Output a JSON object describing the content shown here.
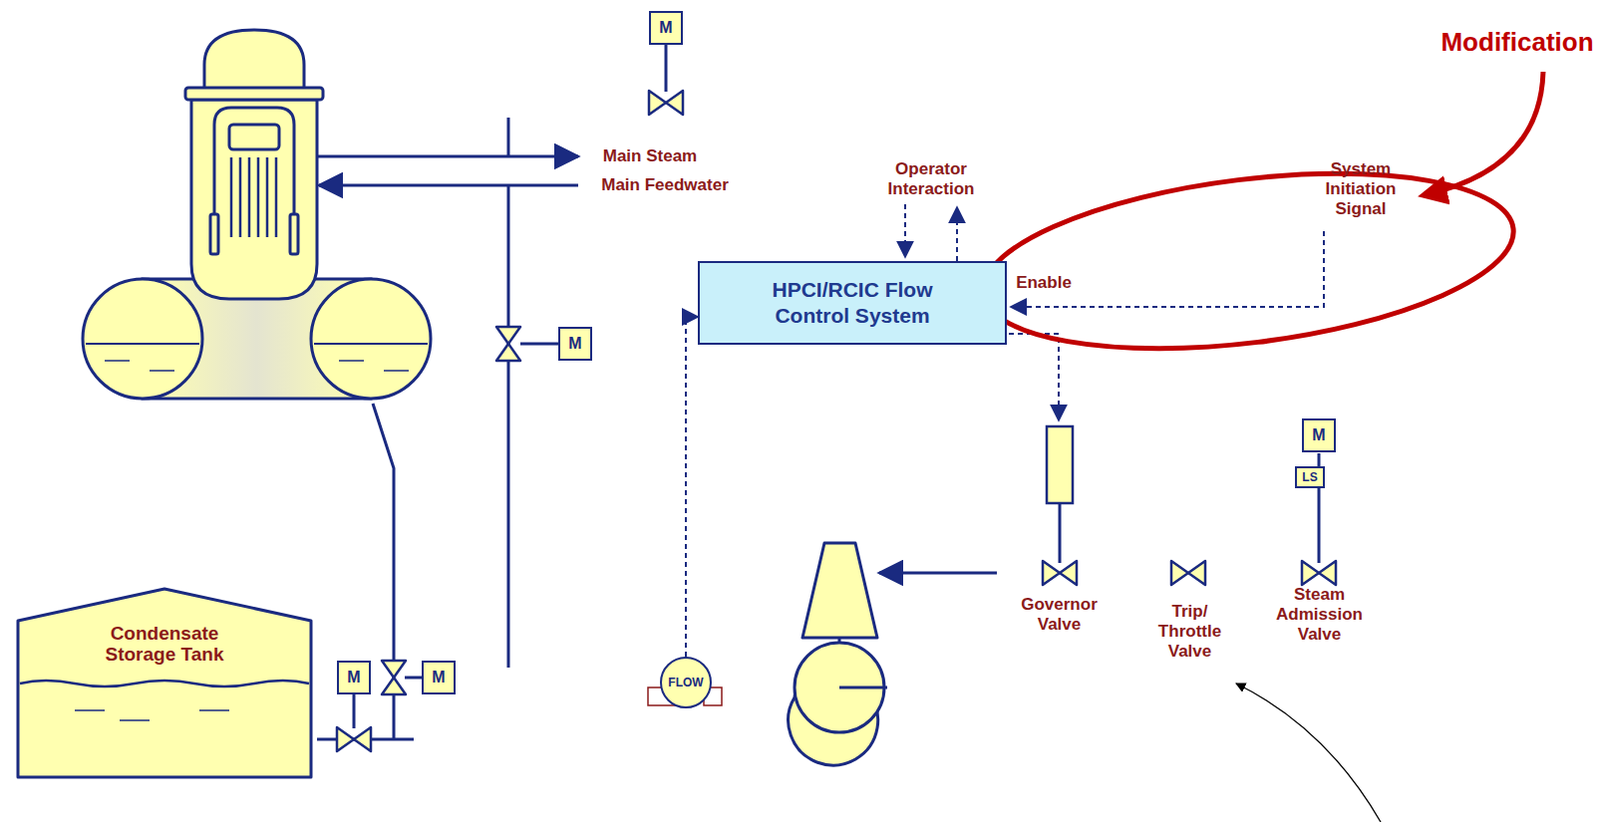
{
  "diagram": {
    "nodes": [
      {
        "text": [
          "M"
        ]
      },
      {
        "text": [
          "HPCI/RCIC Flow Control System"
        ]
      },
      {
        "text": [
          "M"
        ]
      },
      {
        "text": [
          "M"
        ]
      },
      {
        "text": [
          "LS"
        ]
      },
      {
        "text": [
          "FLOW"
        ]
      },
      {
        "text": [
          "Condensate Storage Tank"
        ]
      },
      {
        "text": [
          "M"
        ]
      },
      {
        "text": [
          "M"
        ]
      }
    ],
    "edges": [
      {
        "from": 5,
        "to": 1,
        "arrow": "to"
      }
    ],
    "labels": [
      "Modification",
      "Main Steam",
      "Main Feedwater",
      "Operator Interaction",
      "System Initiation Signal",
      "Enable",
      "Governor Valve",
      "Trip/ Throttle Valve",
      "Steam Admission Valve"
    ]
  }
}
